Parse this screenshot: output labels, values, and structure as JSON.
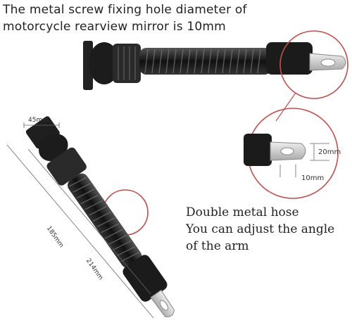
{
  "captions": {
    "top_line1": "The  metal screw fixing hole diameter of",
    "top_line2": "motorcycle rearview mirror is 10mm",
    "middle_line1": "Double metal hose",
    "middle_line2": "You can adjust the angle",
    "middle_line3": "of the arm"
  },
  "dimensions": {
    "width_top": "45mm",
    "inner_length": "185mm",
    "overall_length": "214mm",
    "hole_height": "20mm",
    "hole_width": "10mm"
  },
  "colors": {
    "highlight_circle": "#c0504d",
    "body": "#1b1b1b",
    "metal": "#cfcfcf"
  }
}
